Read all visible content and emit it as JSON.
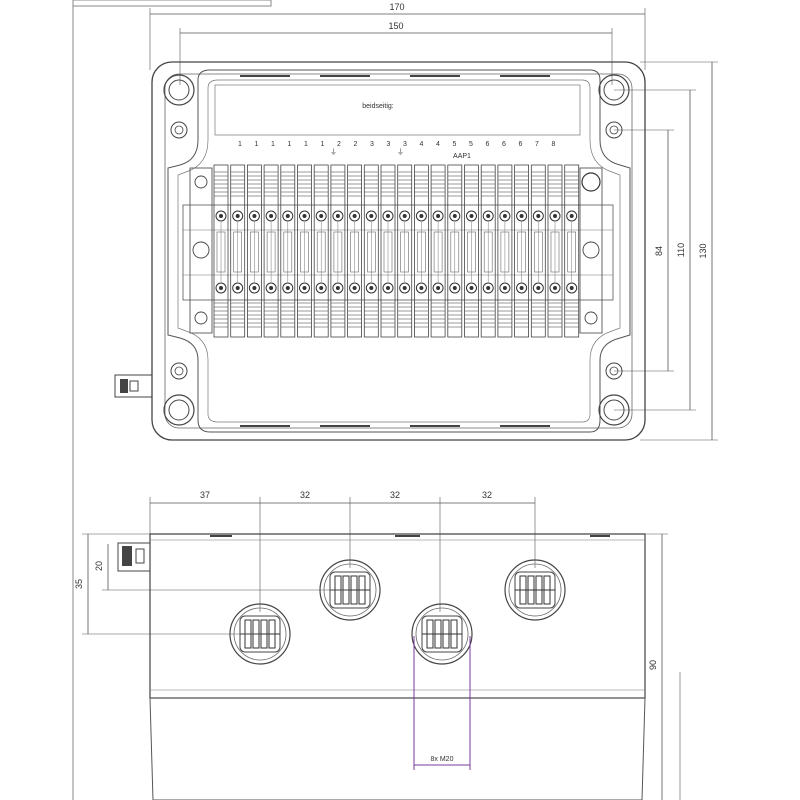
{
  "top_view": {
    "dims": {
      "overall_width": "170",
      "hole_spacing_horizontal": "150",
      "overall_height": "130",
      "hole_spacing_vertical": "110",
      "inner_spacing": "84"
    },
    "label": "beidseitig:",
    "terminal_numbers": [
      "1",
      "1",
      "1",
      "1",
      "1",
      "1",
      "2",
      "2",
      "3",
      "3",
      "3",
      "4",
      "4",
      "5",
      "5",
      "6",
      "6",
      "6",
      "7",
      "8"
    ],
    "marking_text": "AAP1"
  },
  "side_view": {
    "dims": {
      "gland_spacing_first": "37",
      "gland_spacing_2": "32",
      "gland_spacing_3": "32",
      "gland_spacing_4": "32",
      "height_upper": "20",
      "height_lower": "35",
      "overall_height": "90",
      "gland_label": "8x M20"
    }
  },
  "colors": {
    "line": "#555555",
    "dark": "#333333",
    "accent": "#7a3b9a"
  }
}
